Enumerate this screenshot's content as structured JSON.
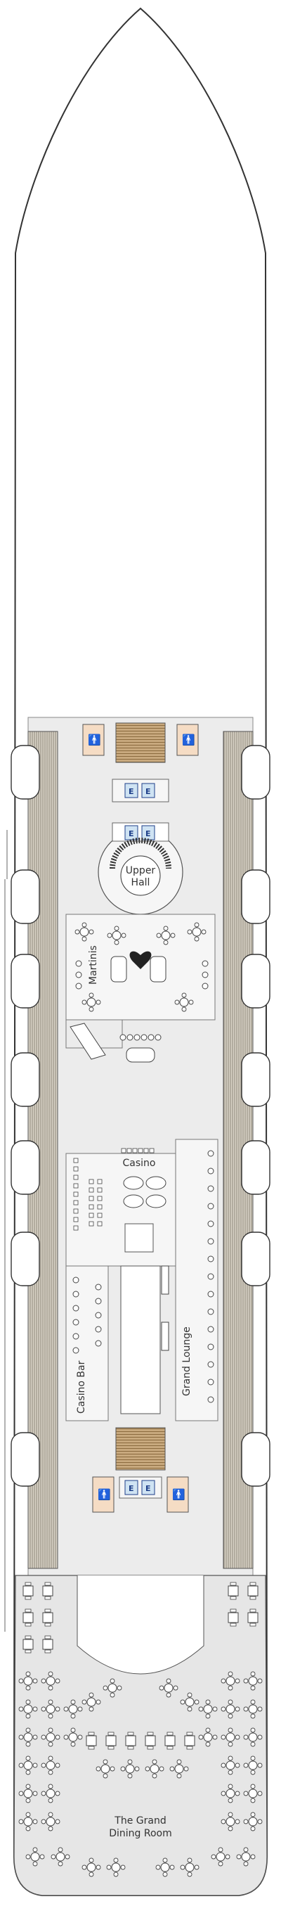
{
  "deck_plan": {
    "areas": {
      "upper_hall_line1": "Upper",
      "upper_hall_line2": "Hall",
      "martinis": "Martinis",
      "casino": "Casino",
      "grand_lounge": "Grand Lounge",
      "casino_bar": "Casino Bar",
      "dining_line1": "The Grand",
      "dining_line2": "Dining Room"
    },
    "elevator_label": "E",
    "restroom_glyph": "🚹",
    "colors": {
      "hull": "#ffffff",
      "outline": "#333333",
      "deck_floor": "#ececec",
      "venue_floor": "#f6f6f6",
      "stairs": "#c8a97e",
      "restroom": "#f5dcc4",
      "lifeboat": "#ffffff",
      "elevator": "#cfe3f3",
      "promenade": "#b9b2a4"
    },
    "icons": [
      "restroom-icon",
      "elevator-icon",
      "heart-icon"
    ]
  }
}
